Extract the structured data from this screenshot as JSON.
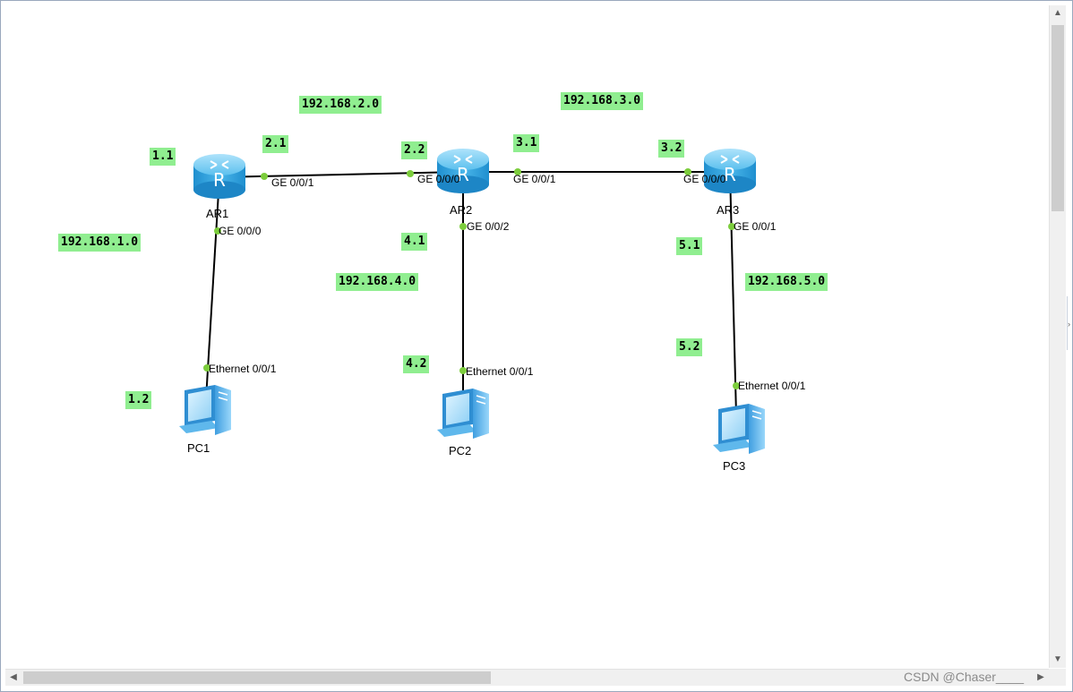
{
  "devices": {
    "ar1": "AR1",
    "ar2": "AR2",
    "ar3": "AR3",
    "pc1": "PC1",
    "pc2": "PC2",
    "pc3": "PC3"
  },
  "networks": {
    "net1": "192.168.1.0",
    "net2": "192.168.2.0",
    "net3": "192.168.3.0",
    "net4": "192.168.4.0",
    "net5": "192.168.5.0"
  },
  "addresses": {
    "ar1_g000": "1.1",
    "pc1": "1.2",
    "ar1_g001": "2.1",
    "ar2_g000": "2.2",
    "ar2_g001": "3.1",
    "ar3_g000": "3.2",
    "ar2_g002": "4.1",
    "pc2": "4.2",
    "ar3_g001": "5.1",
    "pc3": "5.2"
  },
  "ports": {
    "ar1_g001": "GE 0/0/1",
    "ar2_g000": "GE 0/0/0",
    "ar2_g001": "GE 0/0/1",
    "ar3_g000": "GE 0/0/0",
    "ar1_g000": "GE 0/0/0",
    "ar2_g002": "GE 0/0/2",
    "ar3_g001": "GE 0/0/1",
    "pc1_eth": "Ethernet 0/0/1",
    "pc2_eth": "Ethernet 0/0/1",
    "pc3_eth": "Ethernet 0/0/1"
  },
  "scrollbar_icons": {
    "up": "scroll-up-arrow",
    "down": "scroll-down-arrow",
    "left": "scroll-left-arrow",
    "right": "scroll-right-arrow"
  },
  "watermark": "CSDN @Chaser____",
  "colors": {
    "label_bg": "#90ee90",
    "port_dot": "#7ccd3c",
    "router_body": "#3fa9e0",
    "link": "#000000"
  }
}
